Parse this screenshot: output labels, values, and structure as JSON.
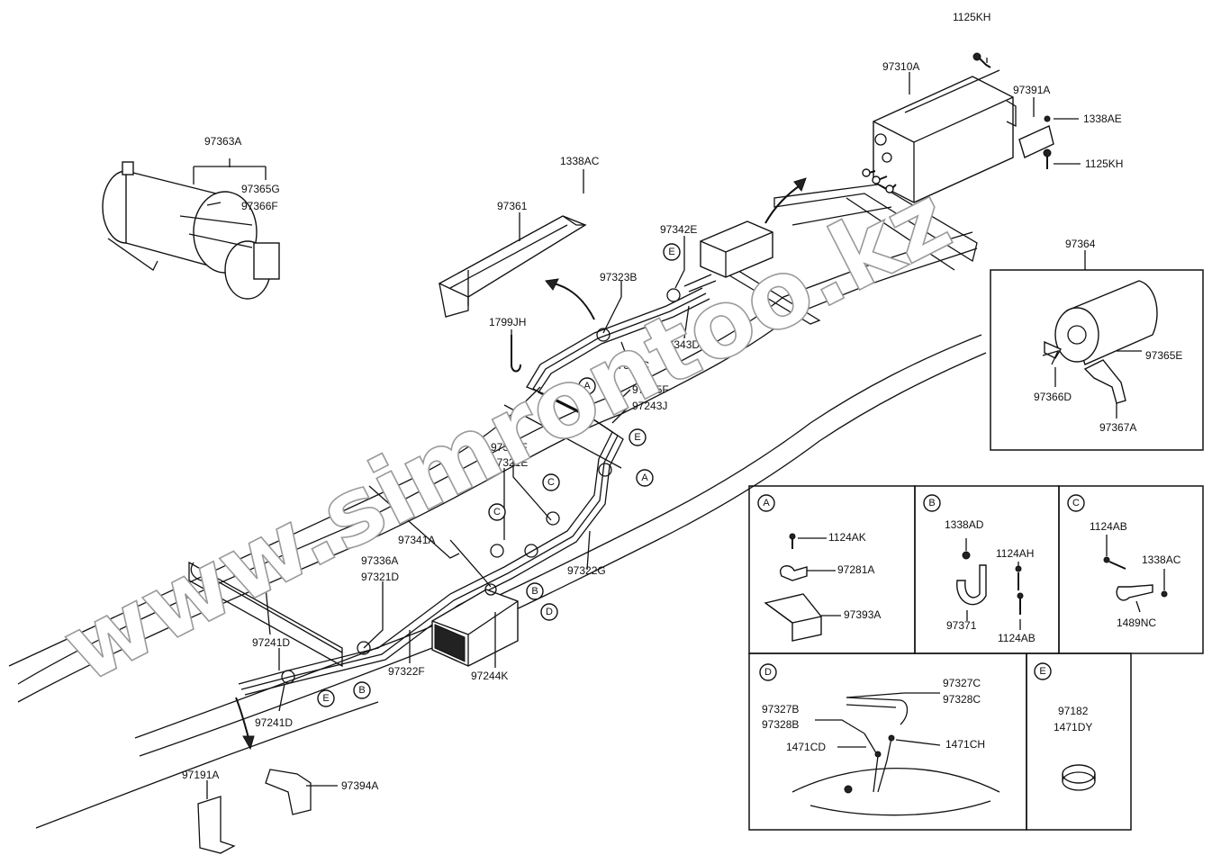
{
  "watermark": "www.simrontoo.kz",
  "callouts": {
    "p97363A": "97363A",
    "p97365G": "97365G",
    "p97366F": "97366F",
    "p1338AC_top": "1338AC",
    "p97361": "97361",
    "p1799JH": "1799JH",
    "p97323B": "97323B",
    "p97324C": "97324C",
    "p97342E": "97342E",
    "p97343D": "97343D",
    "p97345F": "97345F",
    "p97243J": "97243J",
    "p97321F": "97321F",
    "p97321E": "97321E",
    "p97341A": "97341A",
    "p97336A": "97336A",
    "p97321D": "97321D",
    "p97322G": "97322G",
    "p97322F": "97322F",
    "p97244K": "97244K",
    "p97241D_top": "97241D",
    "p97241D_bot": "97241D",
    "p97191A": "97191A",
    "p97394A": "97394A",
    "p97310A": "97310A",
    "p1125KH_top": "1125KH",
    "p97391A": "97391A",
    "p1338AE": "1338AE",
    "p1125KH_bot": "1125KH",
    "p97364": "97364",
    "p97365E": "97365E",
    "p97366D": "97366D",
    "p97367A": "97367A"
  },
  "markers": {
    "A": "A",
    "B": "B",
    "C": "C",
    "D": "D",
    "E": "E"
  },
  "details": {
    "A": {
      "label": "A",
      "p1": "1124AK",
      "p2": "97281A",
      "p3": "97393A"
    },
    "B": {
      "label": "B",
      "p1": "1338AD",
      "p2": "1124AH",
      "p3": "97371",
      "p4": "1124AB"
    },
    "C": {
      "label": "C",
      "p1": "1124AB",
      "p2": "1338AC",
      "p3": "1489NC"
    },
    "D": {
      "label": "D",
      "p1": "97327C",
      "p2": "97328C",
      "p3": "97327B",
      "p4": "97328B",
      "p5": "1471CD",
      "p6": "1471CH"
    },
    "E": {
      "label": "E",
      "p1": "97182",
      "p2": "1471DY"
    }
  }
}
